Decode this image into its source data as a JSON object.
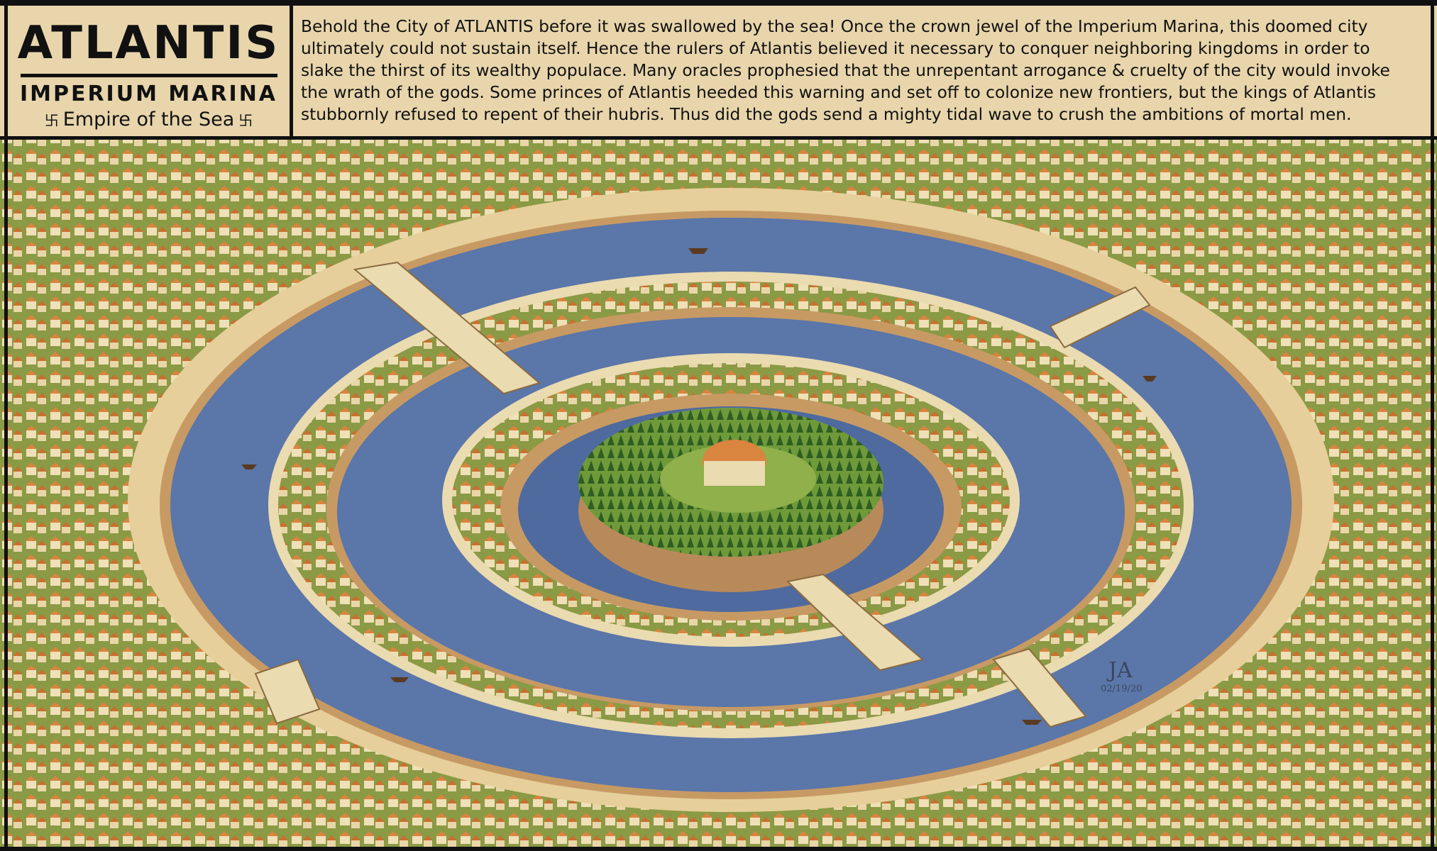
{
  "header": {
    "title": "ATLANTIS",
    "subtitle": "IMPERIUM MARINA",
    "tagline": "Empire of the Sea",
    "tagline_symbol": "卐",
    "description_lines": [
      "Behold the City of ATLANTIS before it was swallowed by the sea! Once the crown jewel of the Imperium Marina, this doomed city",
      "ultimately could not sustain itself. Hence the rulers of Atlantis believed it necessary to conquer neighboring kingdoms in order to",
      "slake the thirst of its wealthy populace. Many oracles prophesied that the unrepentant arrogance & cruelty of the city would invoke",
      "the wrath of the gods. Some princes of Atlantis heeded this warning and set off to colonize new frontiers, but the kings of Atlantis",
      "stubbornly refused to repent of their hubris. Thus did the gods send a mighty tidal wave to crush the ambitions of mortal men."
    ]
  },
  "map": {
    "signature": "JA",
    "signature_date": "02/19/20",
    "colors": {
      "water": "#5b76a8",
      "grass": "#7f9a3e",
      "roof": "#d98a45",
      "wall": "#eadbb0",
      "cliff": "#b88a5a",
      "parchment": "#e8d5ab"
    }
  }
}
